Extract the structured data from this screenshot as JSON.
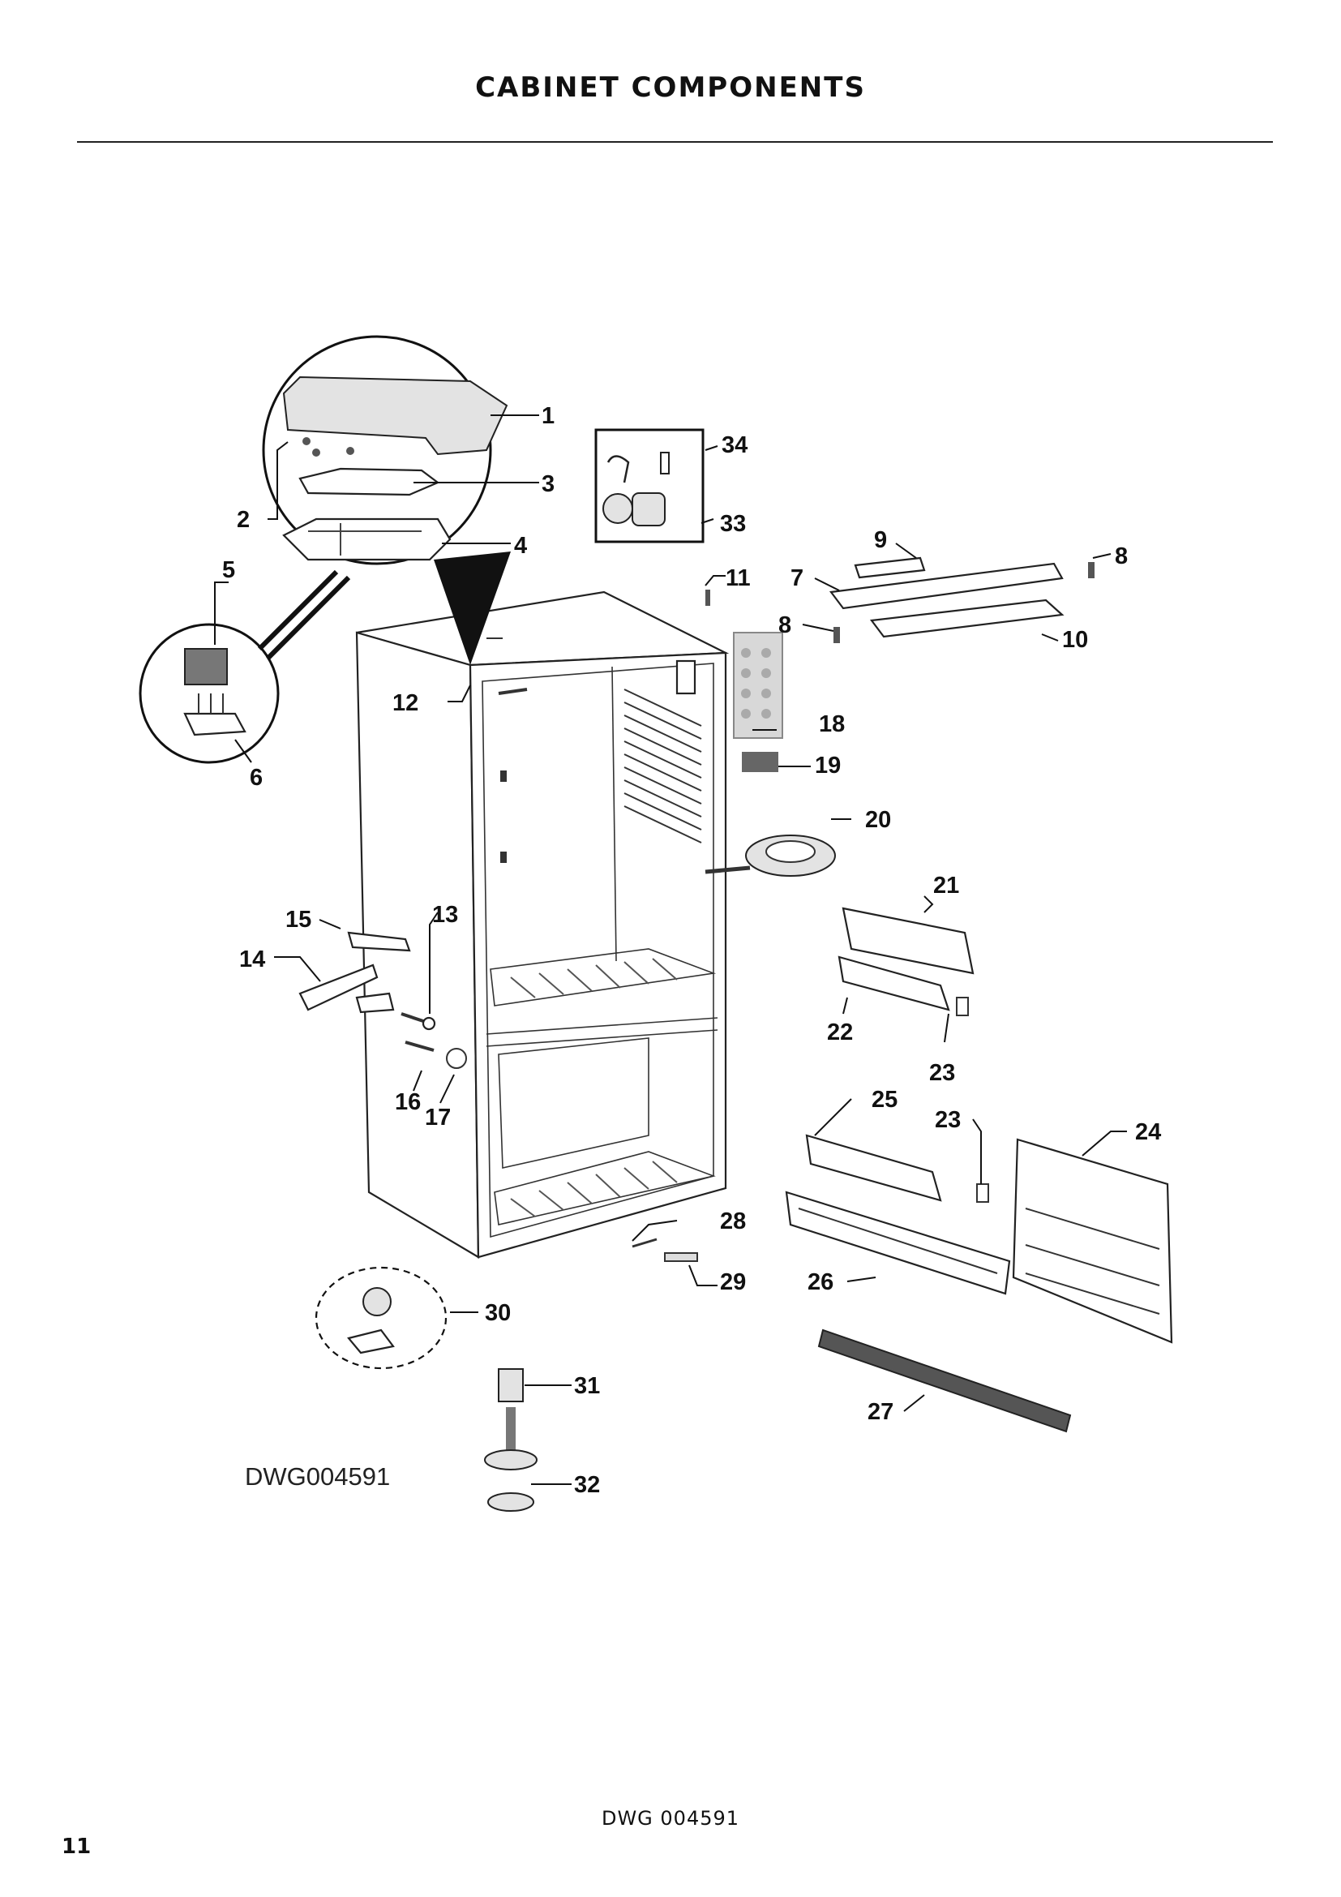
{
  "header": {
    "title": "CABINET COMPONENTS"
  },
  "drawing": {
    "code_label": "DWG004591",
    "callouts": [
      "1",
      "2",
      "3",
      "4",
      "5",
      "6",
      "7",
      "8",
      "8",
      "9",
      "10",
      "11",
      "12",
      "13",
      "14",
      "15",
      "16",
      "17",
      "18",
      "19",
      "20",
      "21",
      "22",
      "23",
      "23",
      "24",
      "25",
      "26",
      "27",
      "28",
      "29",
      "30",
      "31",
      "32",
      "33",
      "34"
    ]
  },
  "footer": {
    "drawing_code": "DWG 004591",
    "page_number": "11"
  }
}
